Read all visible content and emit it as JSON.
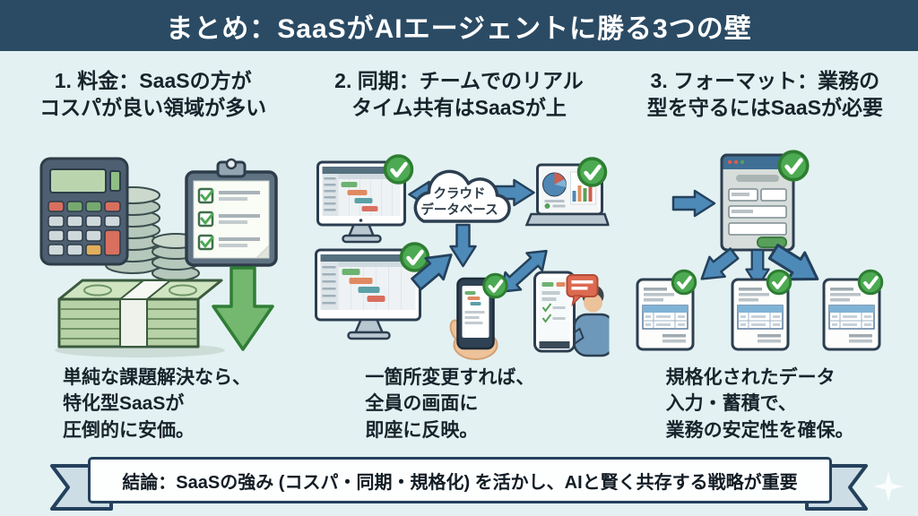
{
  "header": {
    "title": "まとめ：SaaSがAIエージェントに勝る3つの壁"
  },
  "columns": [
    {
      "heading_line1": "1. 料金：SaaSの方が",
      "heading_line2": "コスパが良い領域が多い",
      "caption_line1": "単純な課題解決なら、",
      "caption_line2": "特化型SaaSが",
      "caption_line3": "圧倒的に安価。"
    },
    {
      "heading_line1": "2. 同期：チームでのリアル",
      "heading_line2": "タイム共有はSaaSが上",
      "caption_line1": "一箇所変更すれば、",
      "caption_line2": "全員の画面に",
      "caption_line3": "即座に反映。"
    },
    {
      "heading_line1": "3. フォーマット：業務の",
      "heading_line2": "型を守るにはSaaSが必要",
      "caption_line1": "規格化されたデータ",
      "caption_line2": "入力・蓄積で、",
      "caption_line3": "業務の安定性を確保。"
    }
  ],
  "cloud": {
    "line1": "クラウド",
    "line2": "データベース"
  },
  "conclusion": {
    "text": "結論：SaaSの強み (コスパ・同期・規格化) を活かし、AIと賢く共存する戦略が重要"
  },
  "colors": {
    "header_bg": "#2b4b64",
    "background": "#e3f1f2",
    "navy_outline": "#24415c",
    "check_green": "#4caa52",
    "arrow_blue": "#4e8ab8",
    "money_green": "#74b76f",
    "ribbon_tail": "#ccdde6"
  },
  "icons": {
    "column1": [
      "calculator-icon",
      "coin-stack-icon",
      "clipboard-checklist-icon",
      "money-stack-icon",
      "down-arrow-icon"
    ],
    "column2": [
      "desktop-monitor-icon",
      "cloud-database-icon",
      "laptop-icon",
      "smartphone-in-hand-icon",
      "person-with-phone-icon",
      "check-badge-icon",
      "sync-arrow-icon"
    ],
    "column3": [
      "form-window-icon",
      "document-icon",
      "check-badge-icon",
      "flow-arrow-icon"
    ],
    "footer": [
      "ribbon-banner",
      "sparkle-icon"
    ]
  }
}
